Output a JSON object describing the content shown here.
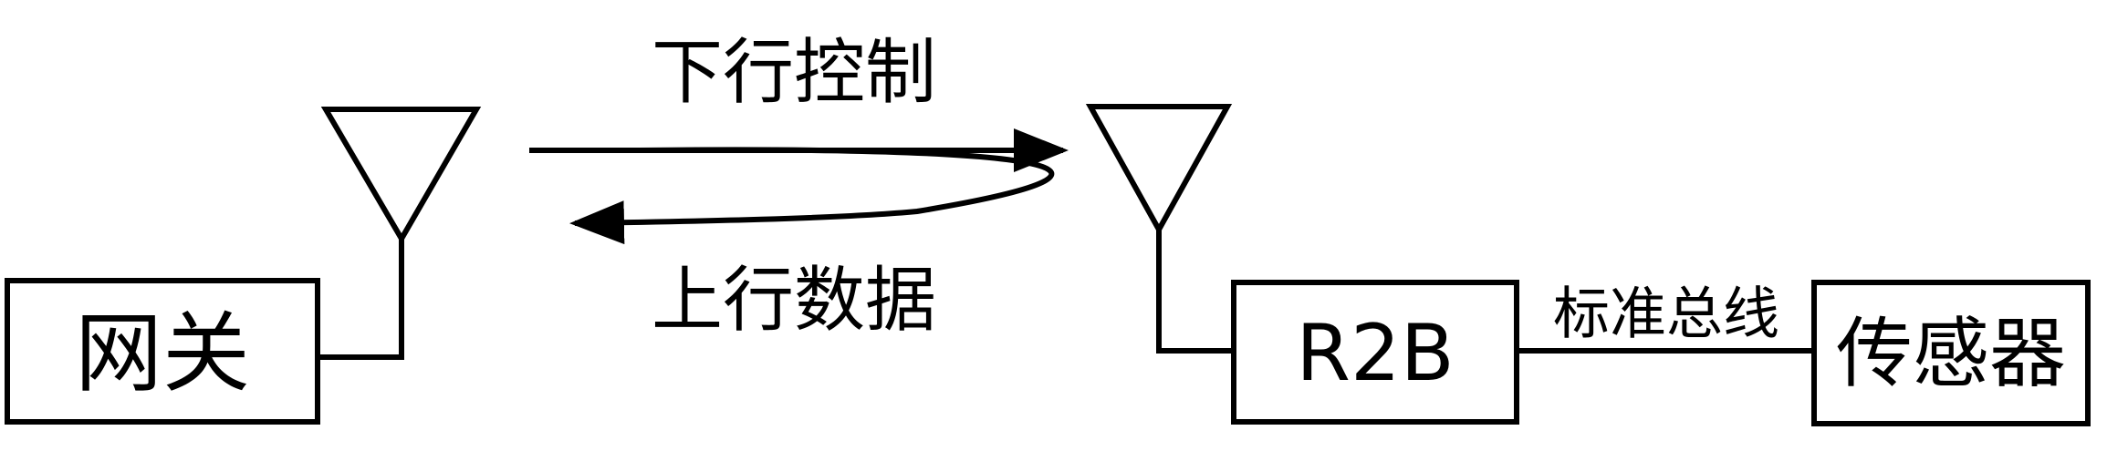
{
  "nodes": {
    "gateway": {
      "label": "网关"
    },
    "r2b": {
      "label": "R2B"
    },
    "sensor": {
      "label": "传感器"
    }
  },
  "links": {
    "downlink": {
      "label": "下行控制"
    },
    "uplink": {
      "label": "上行数据"
    },
    "bus": {
      "label": "标准总线"
    }
  },
  "colors": {
    "stroke": "#000000",
    "background": "#ffffff"
  }
}
